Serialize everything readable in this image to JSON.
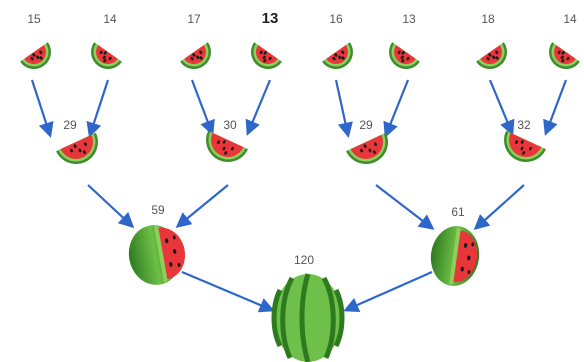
{
  "leaves": [
    "15",
    "14",
    "17",
    "13",
    "16",
    "13",
    "18",
    "14"
  ],
  "level1": [
    "29",
    "30",
    "29",
    "32"
  ],
  "level2": [
    "59",
    "61"
  ],
  "total": "120",
  "colors": {
    "arrow": "#2e67c9",
    "rind": "#3f8c2e",
    "rind_light": "#8ccf5a",
    "flesh": "#e8363b",
    "seed": "#1a1a1a"
  }
}
